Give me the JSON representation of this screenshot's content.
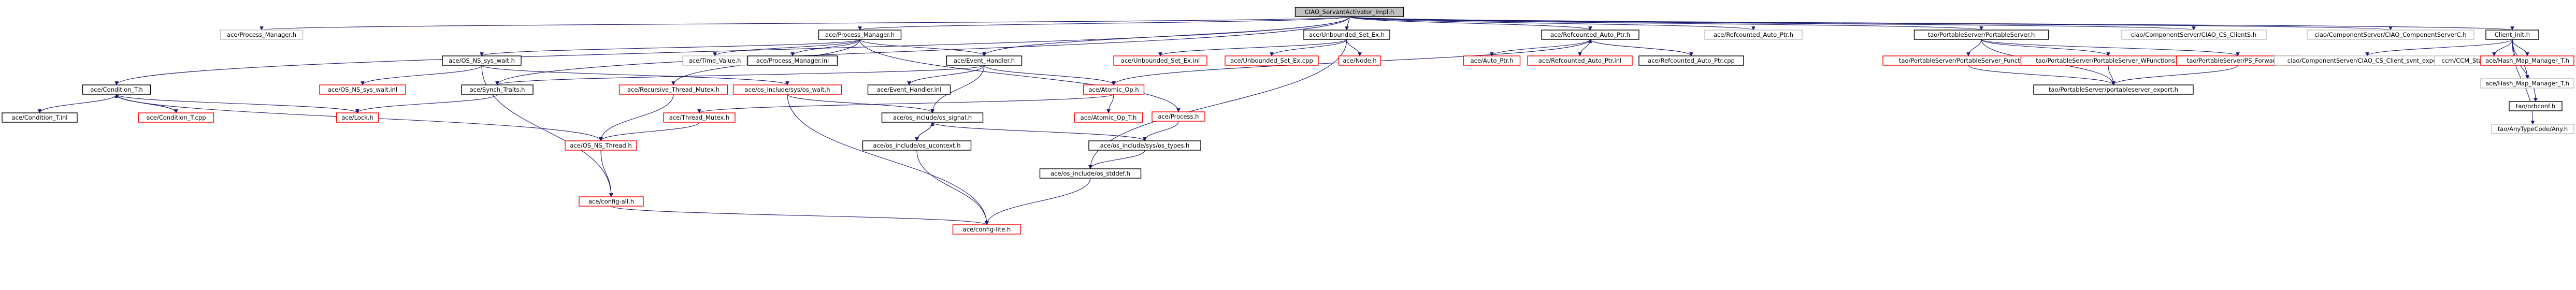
{
  "colors": {
    "edge": "#191970",
    "root_fill": "#bfbfbf",
    "node_border": "#000000",
    "missing_border": "#ff0000",
    "external_border": "#bfbfbf",
    "background": "#ffffff"
  },
  "nodes": [
    {
      "id": "root",
      "label": "CIAO_ServantActivator_Impl.h",
      "kind": "root"
    },
    {
      "id": "pm_h",
      "label": "ace/Process_Manager.h",
      "kind": "external"
    },
    {
      "id": "pm2_h",
      "label": "ace/Process_Manager.h",
      "kind": "normal"
    },
    {
      "id": "unb_set_ex_h",
      "label": "ace/Unbounded_Set_Ex.h",
      "kind": "normal"
    },
    {
      "id": "refc_auto_ptr_h",
      "label": "ace/Refcounted_Auto_Ptr.h",
      "kind": "normal"
    },
    {
      "id": "refc_auto_ptr_h2",
      "label": "ace/Refcounted_Auto_Ptr.h",
      "kind": "external"
    },
    {
      "id": "ps_portableserver_h",
      "label": "tao/PortableServer/PortableServer.h",
      "kind": "normal"
    },
    {
      "id": "ciao_cs_client_h",
      "label": "ciao/ComponentServer/CIAO_CS_ClientS.h",
      "kind": "external"
    },
    {
      "id": "ciao_cs_serverc_h",
      "label": "ciao/ComponentServer/CIAO_ComponentServerC.h",
      "kind": "external"
    },
    {
      "id": "client_init_h",
      "label": "Client_init.h",
      "kind": "normal"
    },
    {
      "id": "os_ns_sys_wait_h",
      "label": "ace/OS_NS_sys_wait.h",
      "kind": "normal"
    },
    {
      "id": "time_value_h",
      "label": "ace/Time_Value.h",
      "kind": "external"
    },
    {
      "id": "pm_inl",
      "label": "ace/Process_Manager.inl",
      "kind": "normal"
    },
    {
      "id": "event_handler_h",
      "label": "ace/Event_Handler.h",
      "kind": "normal"
    },
    {
      "id": "unb_set_ex_inl",
      "label": "ace/Unbounded_Set_Ex.inl",
      "kind": "missing"
    },
    {
      "id": "unb_set_ex_cpp",
      "label": "ace/Unbounded_Set_Ex.cpp",
      "kind": "missing"
    },
    {
      "id": "node_h",
      "label": "ace/Node.h",
      "kind": "missing"
    },
    {
      "id": "auto_ptr_h",
      "label": "ace/Auto_Ptr.h",
      "kind": "missing"
    },
    {
      "id": "refc_auto_ptr_inl",
      "label": "ace/Refcounted_Auto_Ptr.inl",
      "kind": "missing"
    },
    {
      "id": "refc_auto_ptr_cpp",
      "label": "ace/Refcounted_Auto_Ptr.cpp",
      "kind": "normal"
    },
    {
      "id": "ps_functions_h",
      "label": "tao/PortableServer/PortableServer_Functions.h",
      "kind": "missing"
    },
    {
      "id": "ps_wfunctions_h",
      "label": "tao/PortableServer/PortableServer_WFunctions.h",
      "kind": "missing"
    },
    {
      "id": "ps_forwarda_h",
      "label": "tao/PortableServer/PS_ForwardA.h",
      "kind": "missing"
    },
    {
      "id": "ciao_cs_client_init_export_h",
      "label": "ciao/ComponentServer/CIAO_CS_Client_svnt_export.h",
      "kind": "external"
    },
    {
      "id": "ccm_standardconfigurator_h",
      "label": "ccm/CCM_StandardConfiguratorC.h",
      "kind": "external"
    },
    {
      "id": "hash_map_manager_t_h",
      "label": "ace/Hash_Map_Manager_T.h",
      "kind": "missing"
    },
    {
      "id": "hash_map_manager_h",
      "label": "ace/Hash_Map_Manager_T.h",
      "kind": "external"
    },
    {
      "id": "tao_orbconf_h",
      "label": "tao/orbconf.h",
      "kind": "normal"
    },
    {
      "id": "tao_anytypecode_h",
      "label": "tao/AnyTypeCode/Any.h",
      "kind": "external"
    },
    {
      "id": "condition_t_h",
      "label": "ace/Condition_T.h",
      "kind": "normal"
    },
    {
      "id": "os_ns_sys_wait_inl",
      "label": "ace/OS_NS_sys_wait.inl",
      "kind": "missing"
    },
    {
      "id": "synch_traits_h",
      "label": "ace/Synch_Traits.h",
      "kind": "normal"
    },
    {
      "id": "recursive_thread_mutex_h",
      "label": "ace/Recursive_Thread_Mutex.h",
      "kind": "missing"
    },
    {
      "id": "os_include_sys_os_wait_h",
      "label": "ace/os_include/sys/os_wait.h",
      "kind": "missing"
    },
    {
      "id": "event_handler_inl",
      "label": "ace/Event_Handler.inl",
      "kind": "normal"
    },
    {
      "id": "atomic_op_h",
      "label": "ace/Atomic_Op.h",
      "kind": "missing"
    },
    {
      "id": "process_h",
      "label": "ace/Process.h",
      "kind": "missing"
    },
    {
      "id": "ps_export_h",
      "label": "tao/PortableServer/portableserver_export.h",
      "kind": "normal"
    },
    {
      "id": "condition_t_inl",
      "label": "ace/Condition_T.inl",
      "kind": "normal"
    },
    {
      "id": "condition_t_cpp",
      "label": "ace/Condition_T.cpp",
      "kind": "missing"
    },
    {
      "id": "lock_h",
      "label": "ace/Lock.h",
      "kind": "missing"
    },
    {
      "id": "thread_mutex_h",
      "label": "ace/Thread_Mutex.h",
      "kind": "missing"
    },
    {
      "id": "os_include_os_signal_h",
      "label": "ace/os_include/os_signal.h",
      "kind": "normal"
    },
    {
      "id": "atomic_op_t_h",
      "label": "ace/Atomic_Op_T.h",
      "kind": "missing"
    },
    {
      "id": "os_ns_thread_h",
      "label": "ace/OS_NS_Thread.h",
      "kind": "missing"
    },
    {
      "id": "os_include_os_ucontext_h",
      "label": "ace/os_include/os_ucontext.h",
      "kind": "normal"
    },
    {
      "id": "os_include_sys_os_types_h",
      "label": "ace/os_include/sys/os_types.h",
      "kind": "normal"
    },
    {
      "id": "os_include_os_stddef_h",
      "label": "ace/os_include/os_stddef.h",
      "kind": "normal"
    },
    {
      "id": "config_all_h",
      "label": "ace/config-all.h",
      "kind": "missing"
    },
    {
      "id": "config_lite_h",
      "label": "ace/config-lite.h",
      "kind": "missing"
    }
  ],
  "edges": [
    [
      "root",
      "pm_h"
    ],
    [
      "root",
      "pm2_h"
    ],
    [
      "root",
      "unb_set_ex_h"
    ],
    [
      "root",
      "refc_auto_ptr_h"
    ],
    [
      "root",
      "refc_auto_ptr_h2"
    ],
    [
      "root",
      "ps_portableserver_h"
    ],
    [
      "root",
      "ciao_cs_client_h"
    ],
    [
      "root",
      "ciao_cs_serverc_h"
    ],
    [
      "root",
      "client_init_h"
    ],
    [
      "root",
      "condition_t_h"
    ],
    [
      "root",
      "synch_traits_h"
    ],
    [
      "root",
      "event_handler_h"
    ],
    [
      "pm2_h",
      "os_ns_sys_wait_h"
    ],
    [
      "pm2_h",
      "time_value_h"
    ],
    [
      "pm2_h",
      "pm_inl"
    ],
    [
      "pm2_h",
      "event_handler_h"
    ],
    [
      "pm2_h",
      "recursive_thread_mutex_h"
    ],
    [
      "pm2_h",
      "process_h"
    ],
    [
      "unb_set_ex_h",
      "unb_set_ex_inl"
    ],
    [
      "unb_set_ex_h",
      "unb_set_ex_cpp"
    ],
    [
      "unb_set_ex_h",
      "node_h"
    ],
    [
      "unb_set_ex_h",
      "os_include_os_stddef_h"
    ],
    [
      "refc_auto_ptr_h",
      "auto_ptr_h"
    ],
    [
      "refc_auto_ptr_h",
      "refc_auto_ptr_inl"
    ],
    [
      "refc_auto_ptr_h",
      "refc_auto_ptr_cpp"
    ],
    [
      "refc_auto_ptr_h",
      "atomic_op_h"
    ],
    [
      "refc_auto_ptr_cpp",
      "refc_auto_ptr_h"
    ],
    [
      "ps_portableserver_h",
      "ps_functions_h"
    ],
    [
      "ps_portableserver_h",
      "ps_wfunctions_h"
    ],
    [
      "ps_portableserver_h",
      "ps_forwarda_h"
    ],
    [
      "ps_portableserver_h",
      "ps_export_h"
    ],
    [
      "ps_functions_h",
      "ps_export_h"
    ],
    [
      "ps_wfunctions_h",
      "ps_export_h"
    ],
    [
      "ps_forwarda_h",
      "ps_export_h"
    ],
    [
      "client_init_h",
      "ciao_cs_client_init_export_h"
    ],
    [
      "client_init_h",
      "ccm_standardconfigurator_h"
    ],
    [
      "client_init_h",
      "hash_map_manager_t_h"
    ],
    [
      "client_init_h",
      "hash_map_manager_h"
    ],
    [
      "client_init_h",
      "tao_orbconf_h"
    ],
    [
      "client_init_h",
      "tao_anytypecode_h"
    ],
    [
      "os_ns_sys_wait_h",
      "os_ns_sys_wait_inl"
    ],
    [
      "os_ns_sys_wait_h",
      "os_include_sys_os_wait_h"
    ],
    [
      "os_ns_sys_wait_h",
      "config_all_h"
    ],
    [
      "event_handler_h",
      "event_handler_inl"
    ],
    [
      "event_handler_h",
      "atomic_op_h"
    ],
    [
      "event_handler_h",
      "synch_traits_h"
    ],
    [
      "event_handler_h",
      "os_include_os_signal_h"
    ],
    [
      "condition_t_h",
      "condition_t_inl"
    ],
    [
      "condition_t_h",
      "condition_t_cpp"
    ],
    [
      "condition_t_h",
      "lock_h"
    ],
    [
      "condition_t_h",
      "os_ns_thread_h"
    ],
    [
      "condition_t_cpp",
      "condition_t_h"
    ],
    [
      "synch_traits_h",
      "lock_h"
    ],
    [
      "recursive_thread_mutex_h",
      "os_ns_thread_h"
    ],
    [
      "os_include_sys_os_wait_h",
      "os_include_os_signal_h"
    ],
    [
      "os_include_sys_os_wait_h",
      "config_lite_h"
    ],
    [
      "atomic_op_h",
      "thread_mutex_h"
    ],
    [
      "atomic_op_h",
      "atomic_op_t_h"
    ],
    [
      "process_h",
      "os_include_sys_os_types_h"
    ],
    [
      "thread_mutex_h",
      "os_ns_thread_h"
    ],
    [
      "os_include_os_signal_h",
      "os_include_os_ucontext_h"
    ],
    [
      "os_include_os_signal_h",
      "os_include_sys_os_types_h"
    ],
    [
      "os_include_os_ucontext_h",
      "os_include_os_signal_h"
    ],
    [
      "os_include_os_ucontext_h",
      "config_lite_h"
    ],
    [
      "os_include_sys_os_types_h",
      "os_include_os_stddef_h"
    ],
    [
      "os_include_os_stddef_h",
      "config_lite_h"
    ],
    [
      "os_ns_thread_h",
      "config_all_h"
    ],
    [
      "config_all_h",
      "config_lite_h"
    ]
  ]
}
